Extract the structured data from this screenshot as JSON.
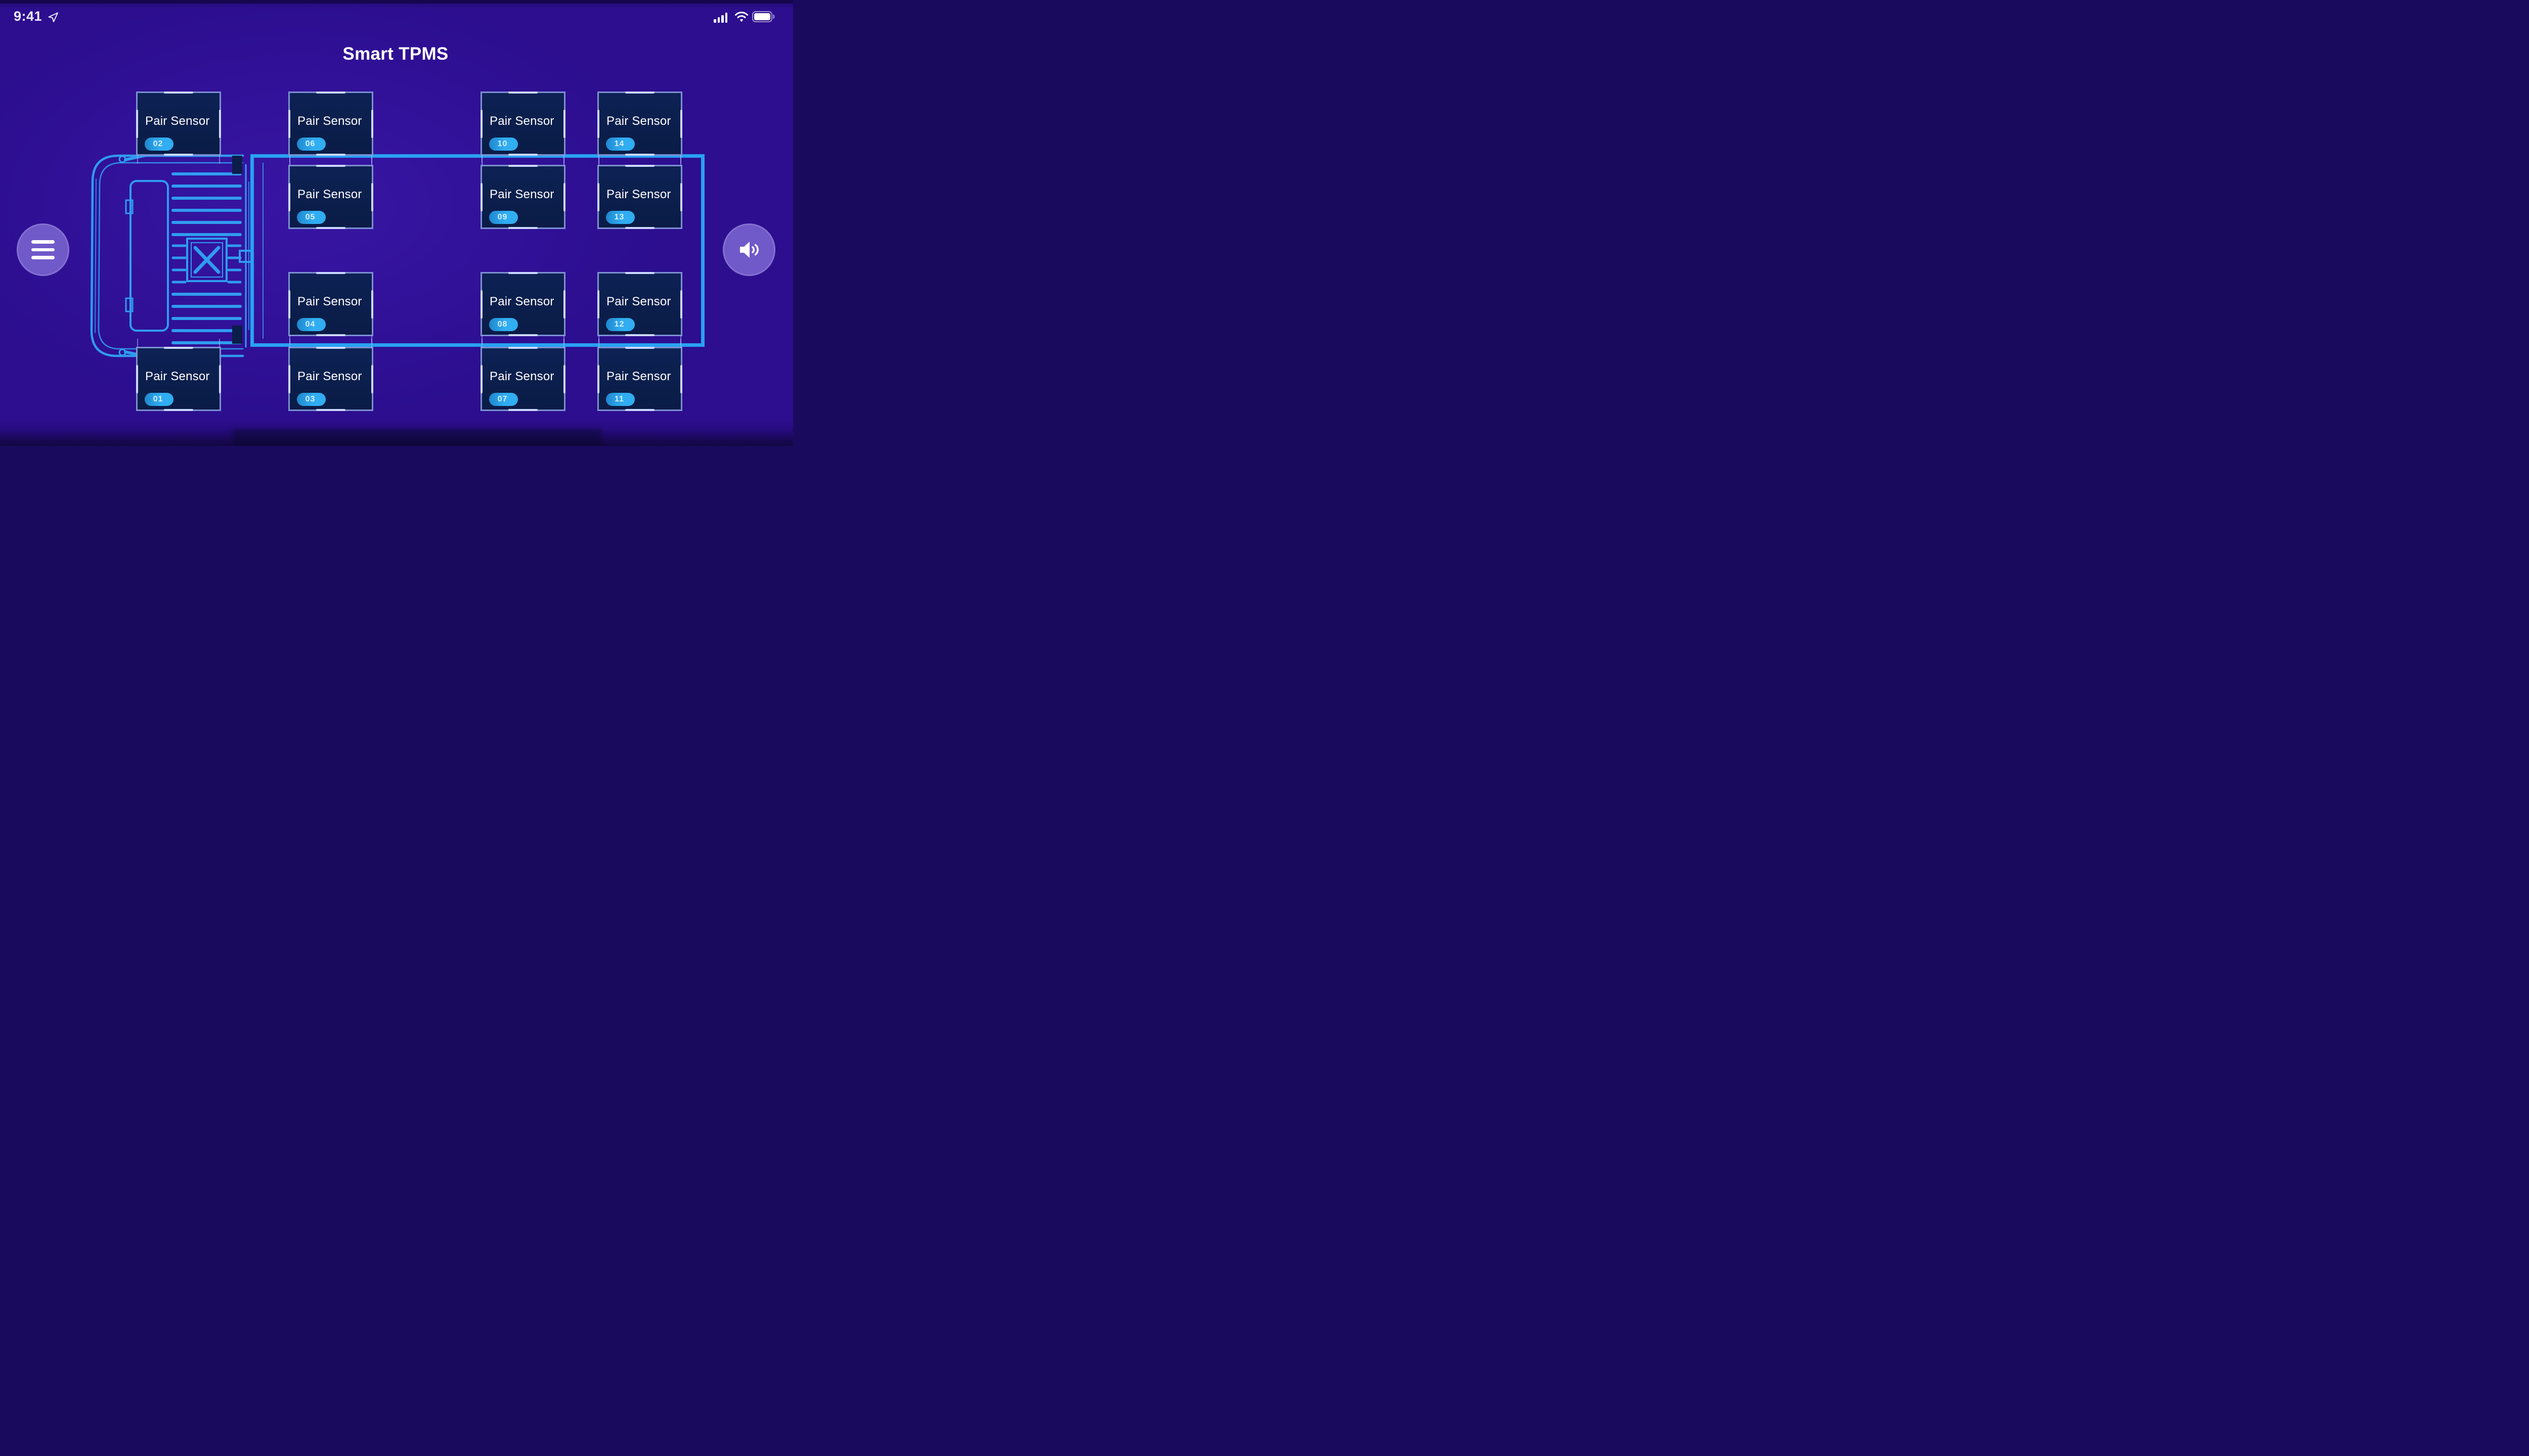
{
  "status_bar": {
    "time": "9:41",
    "location_icon": "navigation-arrow",
    "signal_icon": "cellular-signal-4-bars",
    "wifi_icon": "wifi",
    "battery_icon": "battery-full"
  },
  "header": {
    "title": "Smart TPMS"
  },
  "vehicle": {
    "type": "truck-with-trailer-blueprint"
  },
  "sensors": [
    {
      "number": "01",
      "label": "Pair Sensor",
      "col": 1,
      "row": 4
    },
    {
      "number": "02",
      "label": "Pair Sensor",
      "col": 1,
      "row": 1
    },
    {
      "number": "03",
      "label": "Pair Sensor",
      "col": 2,
      "row": 4
    },
    {
      "number": "04",
      "label": "Pair Sensor",
      "col": 2,
      "row": 3
    },
    {
      "number": "05",
      "label": "Pair Sensor",
      "col": 2,
      "row": 2
    },
    {
      "number": "06",
      "label": "Pair Sensor",
      "col": 2,
      "row": 1
    },
    {
      "number": "07",
      "label": "Pair Sensor",
      "col": 3,
      "row": 4
    },
    {
      "number": "08",
      "label": "Pair Sensor",
      "col": 3,
      "row": 3
    },
    {
      "number": "09",
      "label": "Pair Sensor",
      "col": 3,
      "row": 2
    },
    {
      "number": "10",
      "label": "Pair Sensor",
      "col": 3,
      "row": 1
    },
    {
      "number": "11",
      "label": "Pair Sensor",
      "col": 4,
      "row": 4
    },
    {
      "number": "12",
      "label": "Pair Sensor",
      "col": 4,
      "row": 3
    },
    {
      "number": "13",
      "label": "Pair Sensor",
      "col": 4,
      "row": 2
    },
    {
      "number": "14",
      "label": "Pair Sensor",
      "col": 4,
      "row": 1
    }
  ],
  "buttons": {
    "menu": "hamburger-menu",
    "sound": "speaker"
  },
  "colors": {
    "background": "#2c0e8f",
    "accent_blue": "#29a1f2",
    "tile_bg": "#0c2150",
    "tile_border": "#96a8f0",
    "badge": "#2ba6ec",
    "button_purple": "#7059c9",
    "text": "#ffffff"
  }
}
